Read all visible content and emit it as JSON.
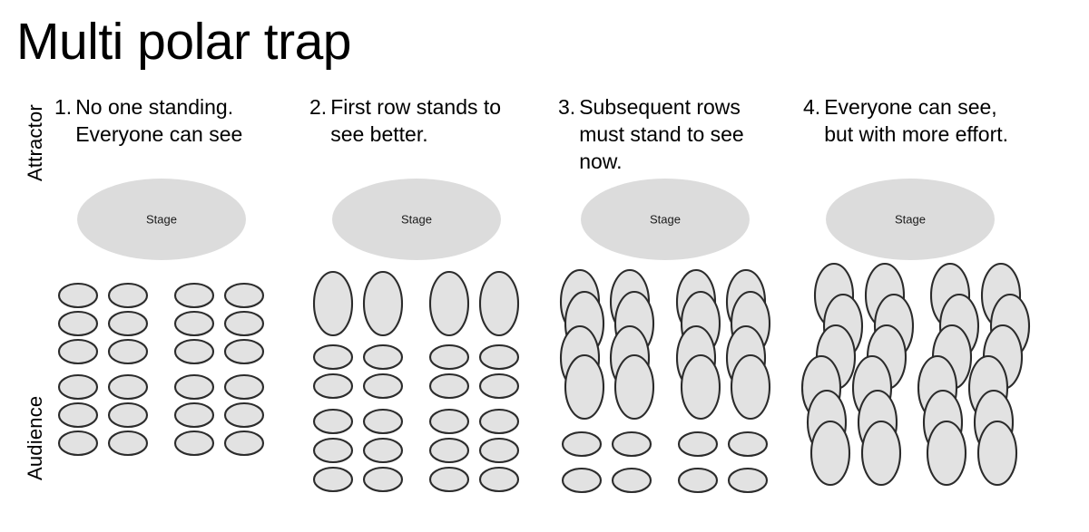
{
  "title": "Multi polar trap",
  "axis": {
    "attractor": "Attractor",
    "audience": "Audience"
  },
  "stage_label": "Stage",
  "colors": {
    "background": "#ffffff",
    "stage_fill": "#dcdcdc",
    "seat_fill": "#e2e2e2",
    "seat_stroke": "#2b2b2b",
    "text": "#000000"
  },
  "geometry": {
    "seated_oval": {
      "rx": 21,
      "ry": 13
    },
    "standing_oval": {
      "rx": 21,
      "ry": 35
    },
    "stage_oval": {
      "rx": 93,
      "ry": 45
    },
    "columns_x": [
      30,
      85,
      158,
      213
    ],
    "seated_row_pitch": 31,
    "aisle_gap_after_row": 3
  },
  "panels": [
    {
      "number": "1.",
      "caption": "No one standing. Everyone can see",
      "stage": "Stage",
      "rows": 6,
      "columns": 4,
      "standing_rows": 0,
      "layout": "grid",
      "description": "All audience members seated; horizontal ovals in a regular 4x6 grid."
    },
    {
      "number": "2.",
      "caption": "First row stands to see better.",
      "stage": "Stage",
      "rows": 6,
      "columns": 4,
      "standing_rows": 1,
      "layout": "grid",
      "description": "First row standing (tall ovals), remaining five rows seated."
    },
    {
      "number": "3.",
      "caption": "Subsequent rows must stand to see now.",
      "stage": "Stage",
      "rows": 6,
      "columns": 4,
      "standing_rows": 4,
      "layout": "grid-overlap",
      "description": "First four rows standing and overlapping vertically, last two rows seated."
    },
    {
      "number": "4.",
      "caption": "Everyone can see, but with more effort.",
      "stage": "Stage",
      "rows": 6,
      "columns": 4,
      "standing_rows": 6,
      "layout": "cascade",
      "description": "Every row standing, columns cascading diagonally down-left so all can see."
    }
  ]
}
